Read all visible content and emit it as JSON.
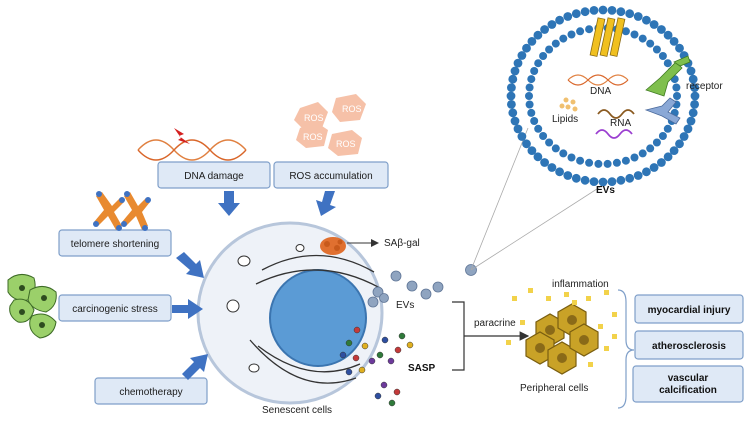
{
  "stressors": {
    "dna_damage": "DNA damage",
    "ros_accumulation": "ROS accumulation",
    "telomere_shortening": "telomere shortening",
    "carcinogenic_stress": "carcinogenic stress",
    "chemotherapy": "chemotherapy"
  },
  "ros_tags": [
    "ROS",
    "ROS",
    "ROS",
    "ROS"
  ],
  "cell": {
    "senescent_label": "Senescent cells",
    "sa_beta_gal": "SAβ-gal",
    "evs": "EVs",
    "sasp": "SASP"
  },
  "vesicle": {
    "dna": "DNA",
    "lipids": "Lipids",
    "rna": "RNA",
    "receptor": "receptor",
    "title": "EVs"
  },
  "paracrine": "paracrine",
  "inflammation": "inflammation",
  "peripheral_cells": "Peripheral cells",
  "outcomes": [
    "myocardial injury",
    "atherosclerosis",
    "vascular calcification"
  ],
  "colors": {
    "box_fill": "#dfe9f6",
    "box_stroke": "#7f9fc9",
    "arrow": "#3f72c2",
    "nucleus": "#5b9bd5",
    "vesicle_bead": "#2e75b6",
    "ros": "#f6c1a8",
    "hexagon": "#c9a227",
    "lysosome": "#e07030"
  }
}
